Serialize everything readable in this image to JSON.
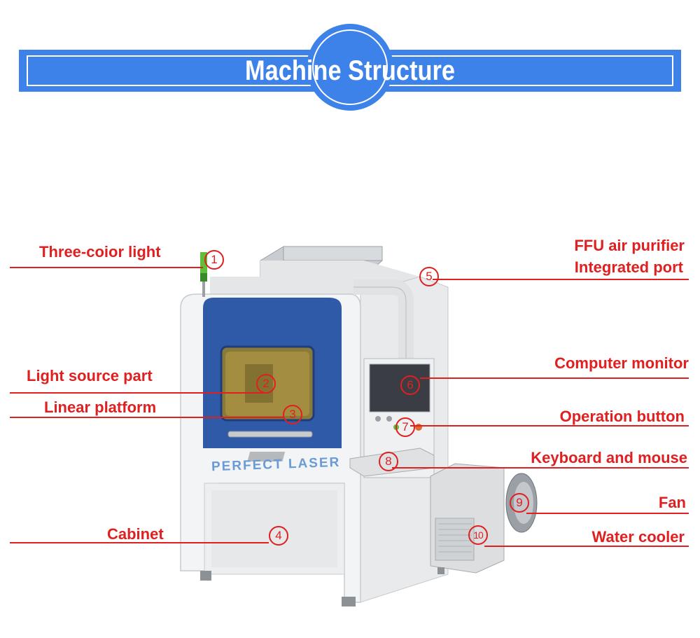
{
  "banner": {
    "title": "Machine Structure"
  },
  "brand": "PERFECT LASER",
  "colors": {
    "banner": "#3d82e8",
    "label": "#e02020",
    "machine_window": "#2f5aa8"
  },
  "callouts": [
    {
      "num": "1",
      "label": "Three-coior light"
    },
    {
      "num": "2",
      "label": "Light source part"
    },
    {
      "num": "3",
      "label": "Linear platform"
    },
    {
      "num": "4",
      "label": "Cabinet"
    },
    {
      "num": "5",
      "label_line1": "FFU air purifier",
      "label_line2": "Integrated port"
    },
    {
      "num": "6",
      "label": "Computer monitor"
    },
    {
      "num": "7",
      "label": "Operation button"
    },
    {
      "num": "8",
      "label": "Keyboard and mouse"
    },
    {
      "num": "9",
      "label": "Fan"
    },
    {
      "num": "10",
      "label": "Water cooler"
    }
  ]
}
